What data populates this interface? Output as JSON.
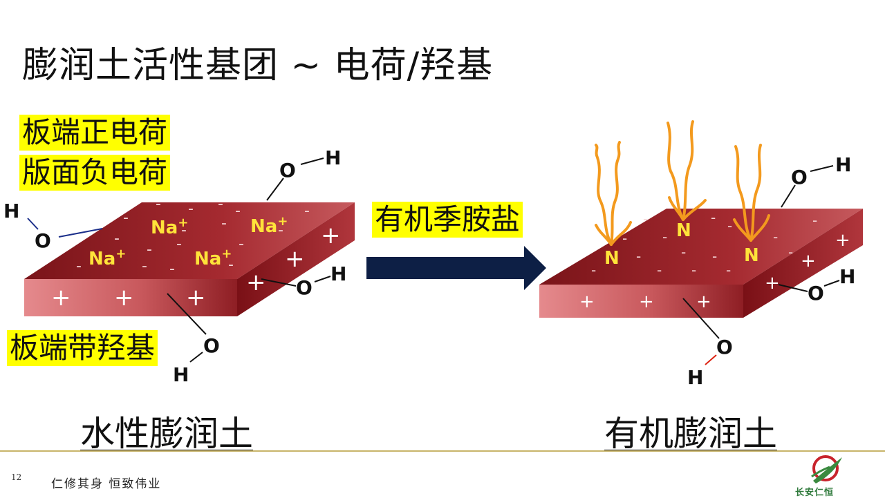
{
  "slide": {
    "title": "膨润土活性基团 ~ 电荷/羟基",
    "page_number": "12",
    "motto": "仁修其身 恒致伟业",
    "logo_text": "长安仁恒"
  },
  "left_panel": {
    "note_edge_charge": "板端正电荷",
    "note_face_charge": "版面负电荷",
    "note_edge_hydroxyl": "板端带羟基",
    "caption": "水性膨润土",
    "cation_label": "Na",
    "cation_sup": "+",
    "hydroxyl_o": "O",
    "hydroxyl_h": "H",
    "plus_sign": "+",
    "minus_sign": "-"
  },
  "arrow_label": "有机季胺盐",
  "right_panel": {
    "caption": "有机膨润土",
    "nitrogen_label": "N",
    "hydroxyl_o": "O",
    "hydroxyl_h": "H",
    "plus_sign": "+",
    "minus_sign": "-"
  },
  "colors": {
    "highlight": "#ffff00",
    "slab_dark": "#8b1a1f",
    "slab_front": "#d97073",
    "arrow": "#0d1f45",
    "chain": "#f39a1e",
    "nitrogen": "#ffe33a",
    "sodium": "#ffe33a"
  }
}
